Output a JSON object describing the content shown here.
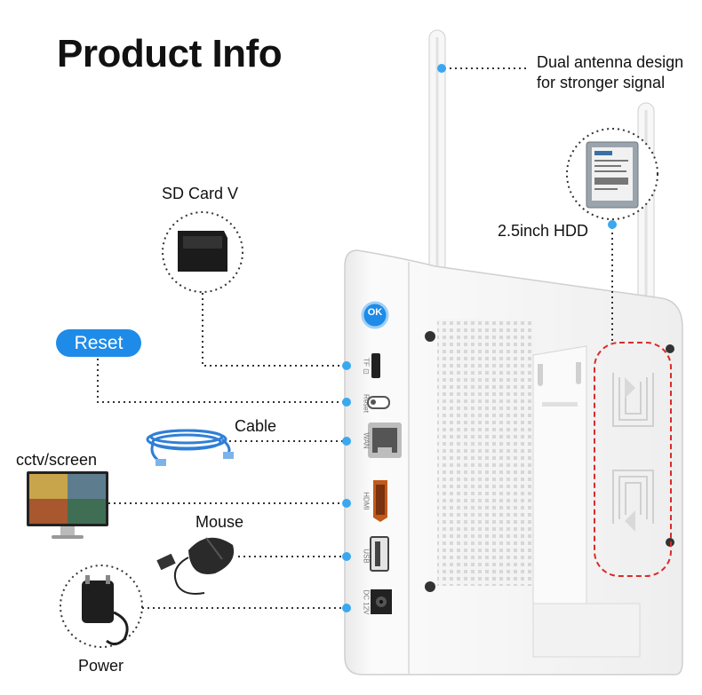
{
  "title": "Product Info",
  "labels": {
    "antenna_line1": "Dual antenna design",
    "antenna_line2": "for stronger signal",
    "hdd": "2.5inch HDD",
    "sd_card": "SD Card V",
    "reset": "Reset",
    "cable": "Cable",
    "screen": "cctv/screen",
    "mouse": "Mouse",
    "power": "Power"
  },
  "ports": {
    "tf": "TF ⊡",
    "reset": "Reset",
    "wan": "WAN",
    "hdmi": "HDMI",
    "usb": "USB",
    "dc": "DC 12V"
  },
  "ok_button": "OK",
  "colors": {
    "accent": "#1f8be8",
    "dot": "#3aa8ef",
    "highlight": "#d92b2b",
    "device": "#f4f4f4"
  }
}
